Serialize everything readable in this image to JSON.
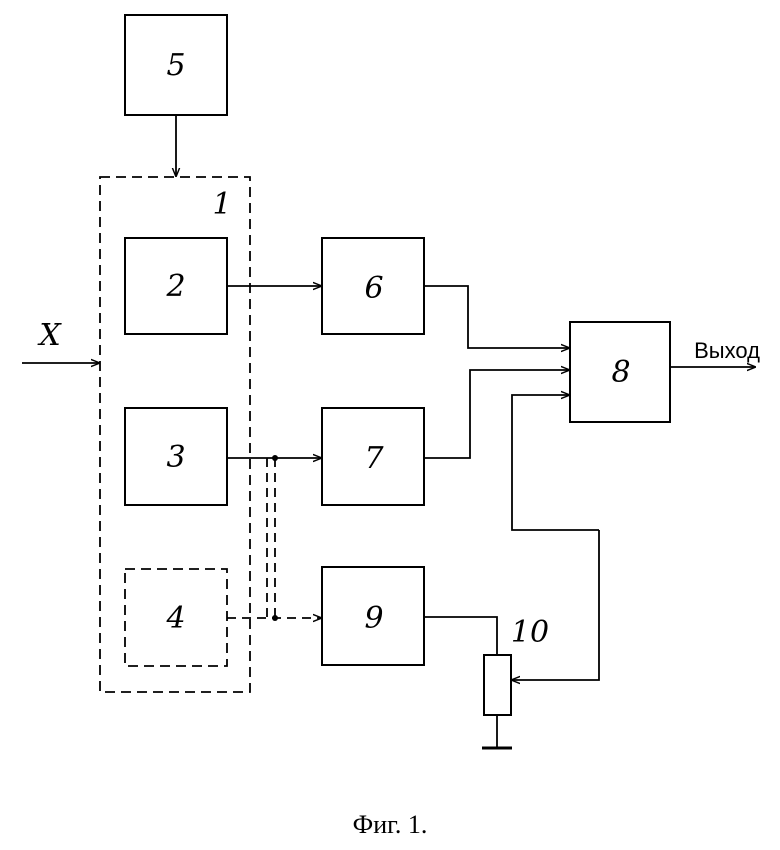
{
  "blocks": {
    "b1": "1",
    "b2": "2",
    "b3": "3",
    "b4": "4",
    "b5": "5",
    "b6": "6",
    "b7": "7",
    "b8": "8",
    "b9": "9",
    "b10": "10"
  },
  "input_label": "X",
  "output_label": "Выход",
  "caption": "Фиг. 1."
}
